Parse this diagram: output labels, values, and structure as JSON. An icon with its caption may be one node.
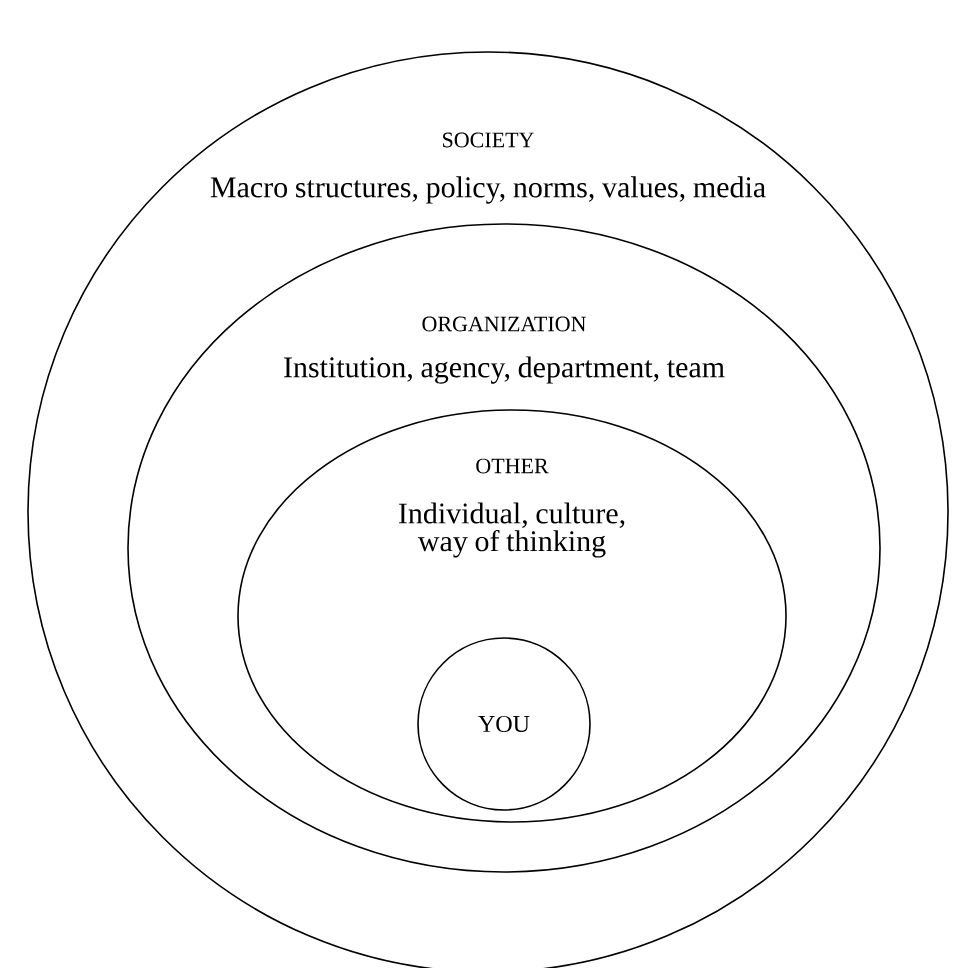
{
  "diagram": {
    "nodes": [
      {
        "text": [
          "SOCIETY",
          "Macro structures, policy, norms, values, media"
        ]
      },
      {
        "text": [
          "ORGANIZATION",
          "Institution, agency, department, team"
        ],
        "in": 0
      },
      {
        "text": [
          "OTHER",
          "Individual, culture, way of thinking"
        ],
        "in": 1
      },
      {
        "text": [
          "YOU"
        ],
        "in": 2
      }
    ]
  }
}
